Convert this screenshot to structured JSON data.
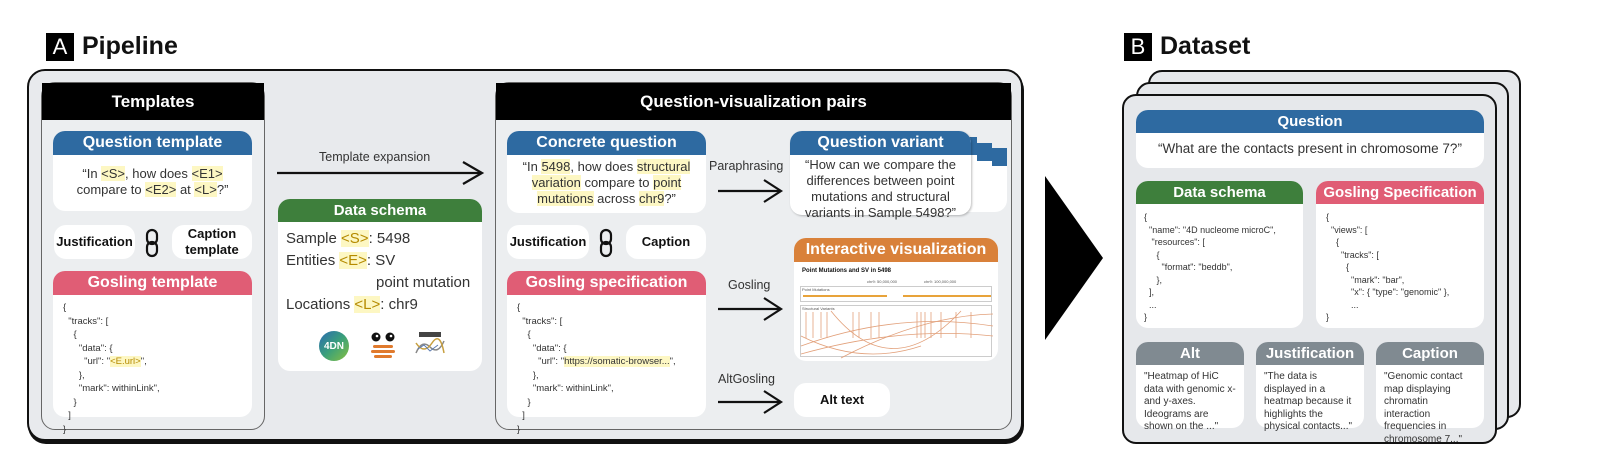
{
  "pipeline": {
    "letter": "A",
    "title": "Pipeline",
    "templates": {
      "title": "Templates",
      "question_template": {
        "header": "Question template",
        "text_parts": [
          "“In ",
          "<S>",
          ", how does ",
          "<E1>",
          "compare to ",
          "<E2>",
          " at ",
          "<L>",
          "?”"
        ]
      },
      "justification_label": "Justification",
      "caption_template_label_1": "Caption",
      "caption_template_label_2": "template",
      "gosling_template": {
        "header": "Gosling template",
        "code_lines": [
          "{",
          "  \"tracks\": [",
          "    {",
          "      \"data\": {",
          "        \"url\": \"",
          "<E.url>",
          "\",",
          "      },",
          "      \"mark\": withinLink\",",
          "    }",
          "  ]",
          "}"
        ]
      }
    },
    "template_expansion_label": "Template expansion",
    "data_schema": {
      "header": "Data schema",
      "sample_label": "Sample ",
      "sample_var": "<S>",
      "sample_value": ": 5498",
      "entities_label": "Entities ",
      "entities_var": "<E>",
      "entities_value": ": SV",
      "entities_value_2": "point mutation",
      "locations_label": "Locations ",
      "locations_var": "<L>",
      "locations_value": ": chr9",
      "logos": [
        "4DN",
        "somatic-browser-logo",
        "encode-logo"
      ]
    },
    "qv_pairs": {
      "title": "Question-visualization pairs",
      "concrete_question": {
        "header": "Concrete question",
        "p1": "“In ",
        "v1": "5498",
        "p2": ", how does ",
        "v2": "structural",
        "v3": "variation",
        "p3": " compare to ",
        "v4": "point",
        "v5": "mutations",
        "p4": " across ",
        "v6": "chr9",
        "p5": "?”"
      },
      "justification_label": "Justification",
      "caption_label": "Caption",
      "gosling_spec": {
        "header": "Gosling specification",
        "code_lines": [
          "{",
          "  \"tracks\": [",
          "    {",
          "      \"data\": {",
          "        \"url\": \"",
          "https://somatic-browser...",
          "\",",
          "      },",
          "      \"mark\": withinLink\",",
          "    }",
          "  ]",
          "}"
        ]
      },
      "paraphrasing_label": "Paraphrasing",
      "gosling_label": "Gosling",
      "altgosling_label": "AltGosling",
      "question_variant": {
        "header": "Question variant",
        "text": "“How can we compare the differences between point mutations and structural variants in Sample 5498?”"
      },
      "interactive_vis": {
        "header": "Interactive visualization",
        "chart_title": "Point Mutations and SV in 5498",
        "tick_1": "chr9: 50,000,000",
        "tick_2": "chr9: 100,000,000",
        "track_1": "Point Mutations",
        "track_2": "Structural Variants"
      },
      "alt_text_label": "Alt text"
    }
  },
  "dataset": {
    "letter": "B",
    "title": "Dataset",
    "question": {
      "header": "Question",
      "text": "“What are the contacts present in chromosome 7?”"
    },
    "data_schema": {
      "header": "Data schema",
      "code": "{\n  \"name\": \"4D nucleome microC\",\n   \"resources\": [\n     {\n       \"format\": \"beddb\",\n     },\n  ],\n  ...\n}"
    },
    "gosling_spec": {
      "header": "Gosling Specification",
      "code": "{\n  \"views\": [\n    {\n      \"tracks\": [\n        {\n          \"mark\": \"bar\",\n          \"x\": { \"type\": \"genomic\" },\n          ...\n}"
    },
    "alt": {
      "header": "Alt",
      "text": "\"Heatmap of HiC data with genomic x-and y-axes. Ideograms are shown on the ...\""
    },
    "justification": {
      "header": "Justification",
      "text": "\"The data is displayed in a heatmap because it highlights the physical contacts...\""
    },
    "caption": {
      "header": "Caption",
      "text": "\"Genomic contact map displaying chromatin interaction frequencies in chromosome 7...\""
    }
  },
  "colors": {
    "question_blue": "#2e6aa1",
    "schema_green": "#3e7f3c",
    "gosling_pink": "#e05d75",
    "vis_orange": "#d9813a",
    "meta_gray": "#808a91",
    "highlight": "#fdf7c3"
  }
}
